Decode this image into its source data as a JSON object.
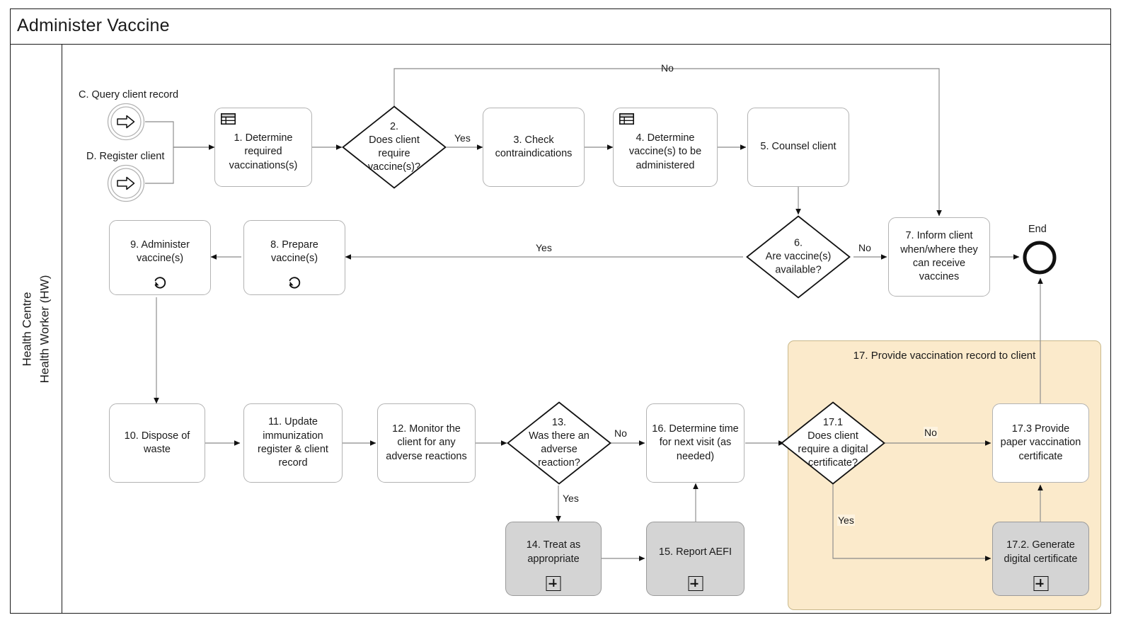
{
  "pool": {
    "title": "Administer Vaccine",
    "lane_label": "Health Centre\nHealth Worker (HW)",
    "lane_label_line1": "Health Centre",
    "lane_label_line2": "Health Worker (HW)"
  },
  "colors": {
    "subprocess_fill": "#fbeacb",
    "subprocess_stroke": "#c9b98c",
    "collapsed_task_fill": "#d4d4d4",
    "task_stroke": "#b3b3b3",
    "connector": "#8a8a8a",
    "gateway_stroke": "#111111",
    "text": "#1a1a1a"
  },
  "events": [
    {
      "id": "start-c",
      "kind": "message-start-event",
      "caption": "C. Query client record"
    },
    {
      "id": "start-d",
      "kind": "message-start-event",
      "caption": "D. Register client"
    },
    {
      "id": "end",
      "kind": "end-event",
      "caption": "End"
    }
  ],
  "tasks": [
    {
      "id": "t1",
      "label": "1. Determine required vaccinations(s)",
      "marker": "business-rule"
    },
    {
      "id": "t3",
      "label": "3. Check contraindications",
      "marker": "none"
    },
    {
      "id": "t4",
      "label": "4. Determine vaccine(s) to be administered",
      "marker": "business-rule"
    },
    {
      "id": "t5",
      "label": "5. Counsel client",
      "marker": "none"
    },
    {
      "id": "t7",
      "label": "7. Inform client when/where they can receive vaccines",
      "marker": "none"
    },
    {
      "id": "t8",
      "label": "8. Prepare vaccine(s)",
      "marker": "loop"
    },
    {
      "id": "t9",
      "label": "9. Administer vaccine(s)",
      "marker": "loop"
    },
    {
      "id": "t10",
      "label": "10. Dispose of waste",
      "marker": "none"
    },
    {
      "id": "t11",
      "label": "11. Update immunization register & client record",
      "marker": "none"
    },
    {
      "id": "t12",
      "label": "12. Monitor the client for any adverse reactions",
      "marker": "none"
    },
    {
      "id": "t14",
      "label": "14. Treat as appropriate",
      "marker": "collapsed-subprocess",
      "collapsed": true
    },
    {
      "id": "t15",
      "label": "15. Report AEFI",
      "marker": "collapsed-subprocess",
      "collapsed": true
    },
    {
      "id": "t16",
      "label": "16. Determine time for next visit (as needed)",
      "marker": "none"
    },
    {
      "id": "t17_2",
      "label": "17.2. Generate digital certificate",
      "marker": "collapsed-subprocess",
      "collapsed": true
    },
    {
      "id": "t17_3",
      "label": "17.3 Provide paper vaccination certificate",
      "marker": "none"
    }
  ],
  "gateways": [
    {
      "id": "g2",
      "label": "2.\nDoes client require vaccine(s)?",
      "lines": [
        "2.",
        "Does client",
        "require",
        "vaccine(s)?"
      ]
    },
    {
      "id": "g6",
      "label": "6.\nAre vaccine(s) available?",
      "lines": [
        "6.",
        "Are vaccine(s)",
        "available?"
      ]
    },
    {
      "id": "g13",
      "label": "13.\nWas there an adverse reaction?",
      "lines": [
        "13.",
        "Was there an",
        "adverse",
        "reaction?"
      ]
    },
    {
      "id": "g17_1",
      "label": "17.1\nDoes client require a digital certificate?",
      "lines": [
        "17.1",
        "Does client",
        "require a digital",
        "certificate?"
      ]
    }
  ],
  "subprocess": {
    "id": "sp17",
    "title": "17. Provide vaccination record to client"
  },
  "flow_labels": [
    {
      "id": "g2-no",
      "text": "No"
    },
    {
      "id": "g2-yes",
      "text": "Yes"
    },
    {
      "id": "g6-yes",
      "text": "Yes"
    },
    {
      "id": "g6-no",
      "text": "No"
    },
    {
      "id": "g13-no",
      "text": "No"
    },
    {
      "id": "g13-yes",
      "text": "Yes"
    },
    {
      "id": "g17-no",
      "text": "No"
    },
    {
      "id": "g17-yes",
      "text": "Yes"
    }
  ]
}
